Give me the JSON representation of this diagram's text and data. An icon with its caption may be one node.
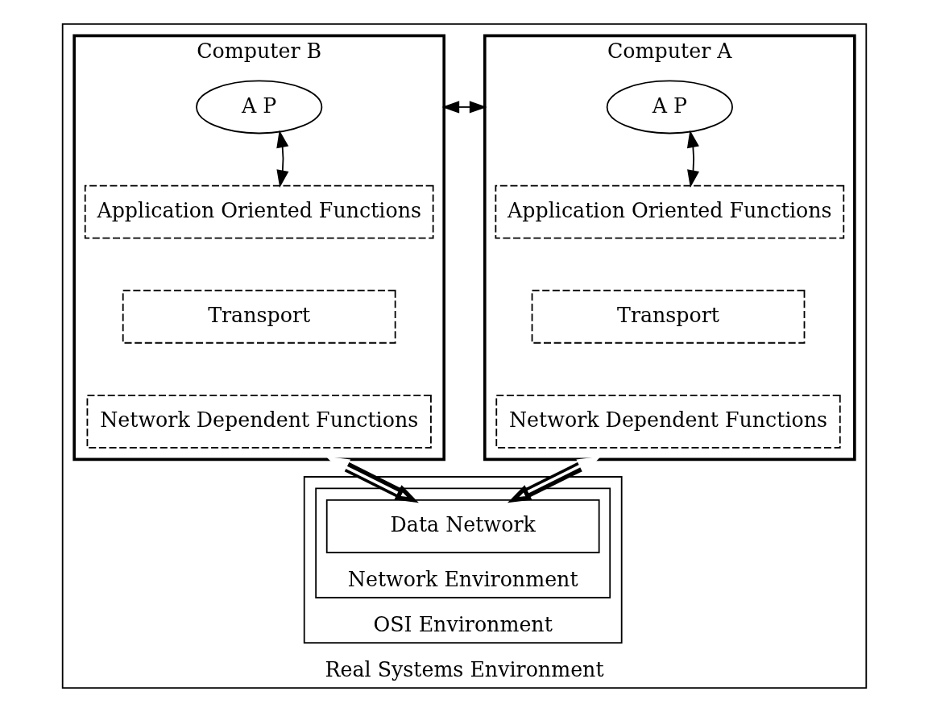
{
  "diagram": {
    "nodes": [
      {
        "text": [
          "Real Systems Environment"
        ]
      },
      {
        "text": [
          "OSI Environment"
        ],
        "in": 0
      },
      {
        "text": [
          "Network Environment"
        ],
        "in": 1
      },
      {
        "text": [
          "Computer A"
        ],
        "in": 0
      },
      {
        "text": [
          "A P"
        ],
        "in": 3
      },
      {
        "text": [
          "Application Oriented Functions"
        ],
        "in": 3
      },
      {
        "text": [
          "Transport"
        ],
        "in": 3
      },
      {
        "text": [
          "Network Dependent Functions"
        ],
        "in": 3
      },
      {
        "text": [
          "Computer B"
        ],
        "in": 0
      },
      {
        "text": [
          "A P"
        ],
        "in": 8
      },
      {
        "text": [
          "Application Oriented Functions"
        ],
        "in": 8
      },
      {
        "text": [
          "Transport"
        ],
        "in": 8
      },
      {
        "text": [
          "Network Dependent Functions"
        ],
        "in": 8
      },
      {
        "text": [
          "Data Network"
        ],
        "in": 2
      }
    ],
    "edges": [
      {
        "from": 3,
        "to": 8,
        "arrow": "both"
      },
      {
        "from": 4,
        "to": 5,
        "arrow": "both"
      },
      {
        "from": 9,
        "to": 10,
        "arrow": "both"
      },
      {
        "from": 3,
        "to": 13,
        "arrow": "both",
        "style": "thick"
      },
      {
        "from": 8,
        "to": 13,
        "arrow": "both",
        "style": "thick"
      }
    ]
  }
}
